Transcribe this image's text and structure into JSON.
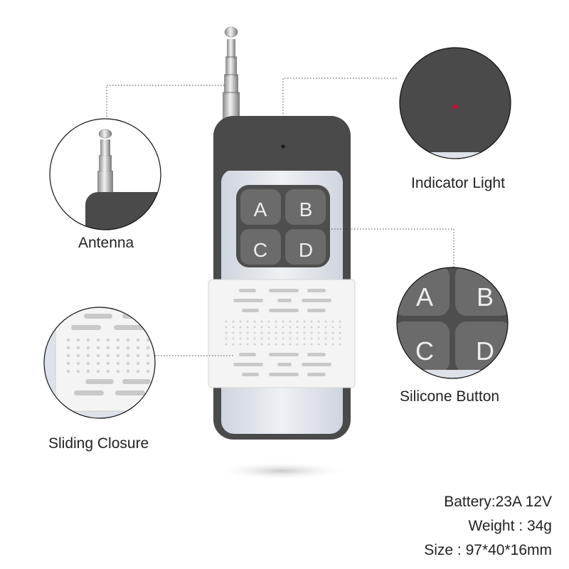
{
  "callouts": {
    "antenna": "Antenna",
    "indicator_light": "Indicator Light",
    "silicone_button": "Silicone Button",
    "sliding_closure": "Sliding Closure"
  },
  "buttons": [
    "A",
    "B",
    "C",
    "D"
  ],
  "specs": {
    "battery": "Battery:23A 12V",
    "weight": "Weight : 34g",
    "size": "Size : 97*40*16mm"
  },
  "colors": {
    "body_dark": "#4a4a4a",
    "face_light": "#dde2ea",
    "button_gray": "#6b6b6b",
    "closure_white": "#f4f4f4",
    "indicator_red": "#c8102e"
  }
}
